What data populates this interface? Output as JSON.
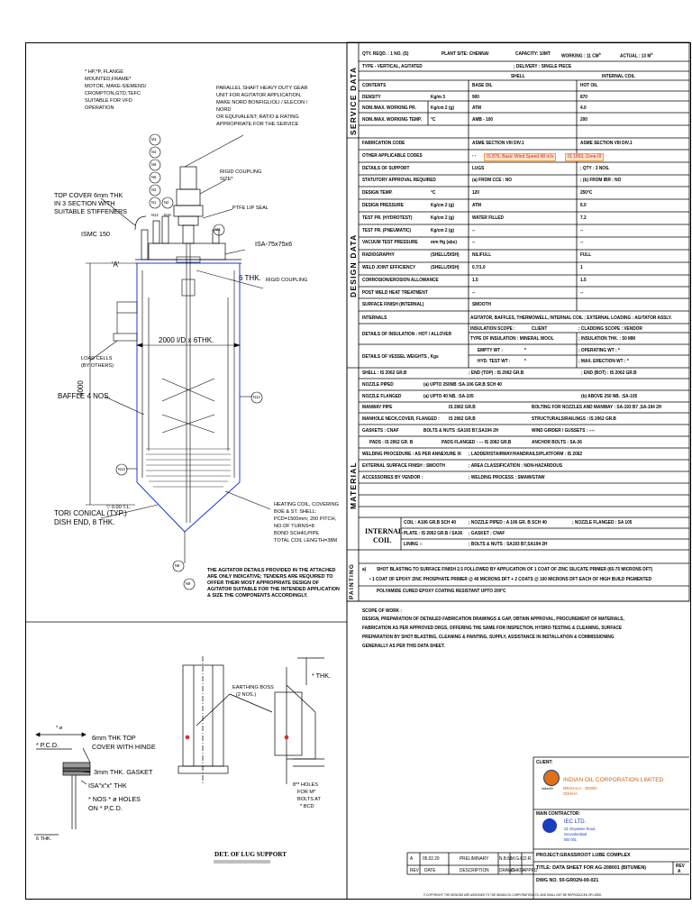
{
  "sections": {
    "service_data": "SERVICE DATA",
    "design_data": "DESIGN DATA",
    "material": "MATERIAL",
    "painting": "PAINTING"
  },
  "header": {
    "qty": "QTY. REQD. : 1 NO. (S)",
    "plant_site": "PLANT SITE: CHENNAI",
    "capacity": "CAPACITY: 10MT",
    "working": "WORKING : 11 CM",
    "working_sup": "3",
    "actual": "ACTUAL : 13 M",
    "actual_sup": "3",
    "type": "TYPE - VERTICAL, AGITATED",
    "delivery": "; DELIVERY : SINGLE PIECE"
  },
  "service": {
    "col_shell": "SHELL",
    "col_coil": "INTERNAL COIL",
    "rows": [
      {
        "label": "CONTENTS",
        "unit": "",
        "shell": "BASE OIL",
        "coil": "HOT OIL"
      },
      {
        "label": "DENSITY",
        "unit": "Kg/m 3",
        "shell": "900",
        "coil": "870"
      },
      {
        "label": "NOM./MAX. WORKING PR.",
        "unit": "Kg/cm 2 (g)",
        "shell": "ATM",
        "coil": "4.0"
      },
      {
        "label": "NOM./MAX. WORKING TEMP.",
        "unit": "°C",
        "shell": "AMB - 100",
        "coil": "200"
      }
    ]
  },
  "design": {
    "rows": [
      {
        "label": "FABRICATION CODE",
        "unit": "",
        "shell": "ASME SECTION VIII DIV.1",
        "coil": "ASME SECTION VIII DIV.1"
      },
      {
        "label": "OTHER APPLICABLE CODES",
        "unit": "",
        "shell": "- -",
        "coil": ""
      },
      {
        "label": "DETAILS OF SUPPORT",
        "unit": "",
        "shell": "LUGS",
        "coil": "; QTY : 3 NOS."
      },
      {
        "label": "STATUTORY APPROVAL REQUIRED",
        "unit": "",
        "shell": "(a) FROM CCE : NO",
        "coil": "; (b) FROM IBR : NO"
      },
      {
        "label": "DESIGN TEMP.",
        "unit": "°C",
        "shell": "120",
        "coil": "250°C"
      },
      {
        "label": "DESIGN PRESSURE",
        "unit": "Kg/cm 2 (g)",
        "shell": "ATM",
        "coil": "6.0"
      },
      {
        "label": "TEST PR. (HYDROTEST)",
        "unit": "Kg/cm 2 (g)",
        "shell": "WATER FILLED",
        "coil": "7.2"
      },
      {
        "label": "TEST PR. (PNEUMATIC)",
        "unit": "Kg/cm 2 (g)",
        "shell": "--",
        "coil": "--"
      },
      {
        "label": "VACUUM TEST PRESSURE",
        "unit": "mm Hg (abs)",
        "shell": "--",
        "coil": "--"
      },
      {
        "label": "RADIOGRAPHY",
        "unit": "(SHELL/DISH)",
        "shell": "NIL/FULL",
        "coil": "FULL"
      },
      {
        "label": "WELD JOINT EFFICIENCY",
        "unit": "(SHELL/DISH)",
        "shell": "0.7/1.0",
        "coil": "1"
      },
      {
        "label": "CORROSION/EROSION ALLOWANCE",
        "unit": "",
        "shell": "1.5",
        "coil": "1.5"
      },
      {
        "label": "POST WELD HEAT TREATMENT",
        "unit": "",
        "shell": "--",
        "coil": "--"
      },
      {
        "label": "SURFACE FINISH (INTERNAL)",
        "unit": "",
        "shell": "SMOOTH",
        "coil": ""
      }
    ],
    "codes_badge_1": "IS 875, Basic Wind Speed 48 m/s",
    "codes_badge_2": "IS 1893, Zone-III",
    "internals_label": "INTERNALS",
    "internals_value": "AGITATOR, BAFFLES, THERMOWELL, INTERNAL COIL ; EXTERNAL LOADING : AGITATOR ASSLY.",
    "insulation_label": "DETAILS OF INSULATION : HOT / ALLOVER",
    "insulation_scope": "INSULATION SCOPE :",
    "insulation_client": "CLIENT",
    "insulation_cladding": "; CLADDING SCOPE : VENDOR",
    "insulation_type": "TYPE OF INSULATION :   MINERAL WOOL",
    "insulation_thk": "; INSULATION THK. : 50 MM",
    "weights_label": "DETAILS OF VESSEL WEIGHTS , Kgs",
    "empty_wt": "EMPTY WT :",
    "operating_wt": "; OPERATING WT : *",
    "hyd_test_wt": "HYD. TEST WT :",
    "erection_wt": "; MAX. ERECTION WT : *",
    "star": "*"
  },
  "material_rows": {
    "shell": "SHELL : IS 2062 GR.B",
    "end_top": "; END (TOP) : IS 2062 GR.B",
    "end_bot": "; END (BOT) : IS 2062 GR.B",
    "nozzle_piped": "NOZZLE PIPED",
    "nozzle_piped_val": "(a) UPTO 250NB :SA-106 GR.B SCH 40",
    "nozzle_flanged": "NOZZLE FLANGED",
    "nozzle_flanged_val": "(a) UPTO 40 NB. :SA-105",
    "nozzle_flanged_b": "(b) ABOVE 250 NB. :SA-105",
    "manway_pipe": "MANWAY PIPE",
    "manway_pipe_val": "IS 2062 GR.B",
    "bolting": "BOLTING FOR NOZZLES AND MANWAY : SA-193 B7 ,SA-194 2H",
    "manhole_neck": "MANHOLE NECK,COVER, FLANGED :",
    "manhole_neck_val": "IS 2062 GR.B",
    "structurals": "STRUCTURALS/RAILINGS : IS 2062 GR.B",
    "gaskets": "GASKETS : CNAF",
    "bolts_nuts": "BOLTS & NUTS :SA193 B7,SA194 2H",
    "wind_girder": "WIND GIRDER / GUSSETS : ----",
    "pads": "PADS : IS 2062 GR. B",
    "pads_flanged": "PADS FLANGED : --- IS 2062 GR.B",
    "anchor_bolts": "ANCHOR BOLTS : SA-36",
    "welding": "WELDING PROCEDURE : AS PER ANNEXURE IX",
    "ladder": "; LADDER/STAIRWAY/HANDRAILS/PLATFORM : IS 2062",
    "ext_finish": "EXTERNAL SURFACE FINISH : SMOOTH",
    "area_class": "; AREA CLASSIFICATION : NON-HAZARDOUS",
    "access": "ACCESSORIES BY VENDOR :",
    "welding_process": "; WELDING PROCESS : SMAW/GTAW",
    "coil_title_1": "INTERNAL",
    "coil_title_2": "COIL",
    "coil": "COIL : A106 GR.B SCH 40",
    "coil_nozzle_piped": "; NOZZLE PIPED : A 106 GR. B SCH 40",
    "coil_nozzle_flanged": "; NOZZLE FLANGED : SA 105",
    "plate": "PLATE : IS 2062 GR.B / SA36",
    "gasket": "; GASKET : CNAF",
    "lining": "LINING :-",
    "bolts": "; BOLTS & NUTS : SA193 B7,SA194 2H"
  },
  "painting": {
    "a_label": "a)",
    "a_text": "SHOT BLASTING TO SURFACE FINISH 2.5 FOLLOWED BY APPLICATION OF 1 COAT OF ZINC SILICATE PRIMER (65-75 MICRONS DFT)",
    "b_text": "• 1 COAT OF EPOXY ZINC PHOSPHATE PRIMER @ 40 MICRONS DFT + 2 COATS @ 100 MICRONS DFT EACH OF HIGH BUILD PIGMENTED",
    "c_text": "POLYAMIDE CURED  EPOXY COATING RESISTANT UPTO 200°C"
  },
  "scope": {
    "title": "SCOPE OF WORK :",
    "lines": [
      "DESIGN, PREPARATION OF DETAILED FABRICATION DRAWINGS & GAP, OBTAIN APPROVAL, PROCUREMENT OF MATERIALS,",
      "FABRICATION AS PER APPROVED DRGS, OFFERING THE SAME FOR INSPECTION, HYDRO-TESTING & CLEANING, SURFACE",
      "PREPARATION BY SHOT BLASTING, CLEANING & PAINTING, SUPPLY, ASSISTANCE IN INSTALLATION & COMMISSIONING",
      "GENERALLY AS PER THIS DATA SHEET."
    ]
  },
  "title_block": {
    "client_label": "CLIENT:",
    "client_name": "INDIAN OIL CORPORATION LIMITED",
    "client_sub1": "MEGHALA - 400050",
    "client_sub2": "ODISHA",
    "logo_text": "IndianOil",
    "contractor_label": "MAIN CONTRACTOR:",
    "contractor_name": "IEC LTD.",
    "contractor_sub1": "23, Divyasree Road,",
    "contractor_sub2": "Secunderabad",
    "contractor_sub3": "500 001",
    "project": "PROJECT:GRASSROOT LUBE COMPLEX",
    "title": "TITLE: DATA SHEET FOR AG-208001 (BITUMEN)",
    "dwg_no": "DWG NO. 50-GR02N-00-021",
    "rev_label": "REV",
    "rev_value": "A",
    "rev_row": {
      "rev": "A",
      "date": "05.02.20",
      "desc": "PRELIMINARY",
      "drawn": "N.B.M.",
      "chkd": "M.G.K.",
      "appd": "D.R."
    },
    "rev_heads": {
      "rev": "REV",
      "date": "DATE",
      "desc": "DESCRIPTION",
      "drawn": "DRAWN",
      "chkd": "CHKD",
      "appd": "APPRD"
    },
    "copyright": "© COPYRIGHT. THE DESIGNS ARE ASSIGNED TO THE INDIAN OIL CORPORATION LTD. AND SHALL NOT BE REPRODUCED OR USED."
  },
  "drawing": {
    "motor_note_1": "* HP,*P, FLANGE",
    "motor_note_2": "MOUNTED,FRAME*",
    "motor_note_3": "MOTOR, MAKE-SIEMENS/",
    "motor_note_4": "CROMPTON,GTD.TEFC",
    "motor_note_5": "SUITABLE FOR VFD",
    "motor_note_6": "OPERATION",
    "gear_note_1": "PARALLEL SHAFT HEAVY DUTY GEAR",
    "gear_note_2": "UNIT FOR AGITATOR APPLICATION,",
    "gear_note_3": "MAKE NORD BONFIGLIOLI / ELECON /",
    "gear_note_4": "NORD",
    "gear_note_5": "OR EQUIVALENT; RATIO & RATING",
    "gear_note_6": "APPROPRIATE FOR THE SERVICE",
    "rigid_coupling_1": "RIGID COUPLING",
    "rigid_coupling_2": "SIZE*",
    "ptfe_seal": "PTFE LIP SEAL",
    "top_cover_1": "TOP COVER 6mm THK",
    "top_cover_2": "IN 3 SECTION WITH",
    "top_cover_3": "SUITABLE STIFFENERS",
    "ismc": "ISMC 150",
    "isa": "ISA-75x75x6",
    "six_thk": "6 THK.",
    "rigid_coupling": "RIGID COUPLING",
    "mark_a": "'A'",
    "id_dim": "2000 I/D x 6THK.",
    "height_dim": "4000",
    "load_cells_1": "LOAD CELLS",
    "load_cells_2": "(BY OTHERS)",
    "baffle": "BAFFLE 4 NOS.",
    "tl": "▽ 0.00 T.L.",
    "tori_1": "TORI CONICAL (TYP.)",
    "tori_2": "DISH END, 8 THK.",
    "coil_1": "HEATING COIL, COVERING",
    "coil_2": "BOE & ST. SHELL:",
    "coil_3": "PCD=1500mm;   200 PITCH,",
    "coil_4": "NO.OF TURNS=8",
    "coil_5": "BOND SCH40,PIPE",
    "coil_6": "TOTAL COIL LENGTH=38M",
    "agitator_note": "THE AGITATOR DETAILS PROVIDED IN THE ATTACHED ARE ONLY INDICATIVE; TENDERS ARE REQUIRED TO OFFER THEIR MOST APPROPRIATE DESIGN OF AGITATOR SUITABLE FOR THE INTENDED APPLICATION & SIZE THE COMPONENTS ACCORDINGLY.",
    "nozzles": [
      "M1",
      "N4",
      "N6",
      "N5",
      "N3",
      "N1",
      "N2",
      "M1",
      "N14",
      "N13",
      "N8",
      "N9",
      "N12",
      "N16"
    ],
    "det_phi": "* ø",
    "det_pcd": "* P.C.D.",
    "det_cover_1": "6mm THK TOP",
    "det_cover_2": "COVER WITH HINGE",
    "det_gasket": "3mm THK. GASKET",
    "det_isa": "ISA\"x\"x\" THK",
    "det_holes_1": "* NOS * ø HOLES",
    "det_holes_2": "ON * P.C.D.",
    "det_6thk": "6 THK.",
    "earthing_1": "EARTHING BOSS",
    "earthing_2": "(2 NOS.)",
    "thk": "* THK.",
    "holes_1": "8** HOLES",
    "holes_2": "FOR M*",
    "holes_3": "BOLTS AT",
    "holes_4": "* BCD",
    "lug_title": "DET. OF LUG SUPPORT"
  }
}
